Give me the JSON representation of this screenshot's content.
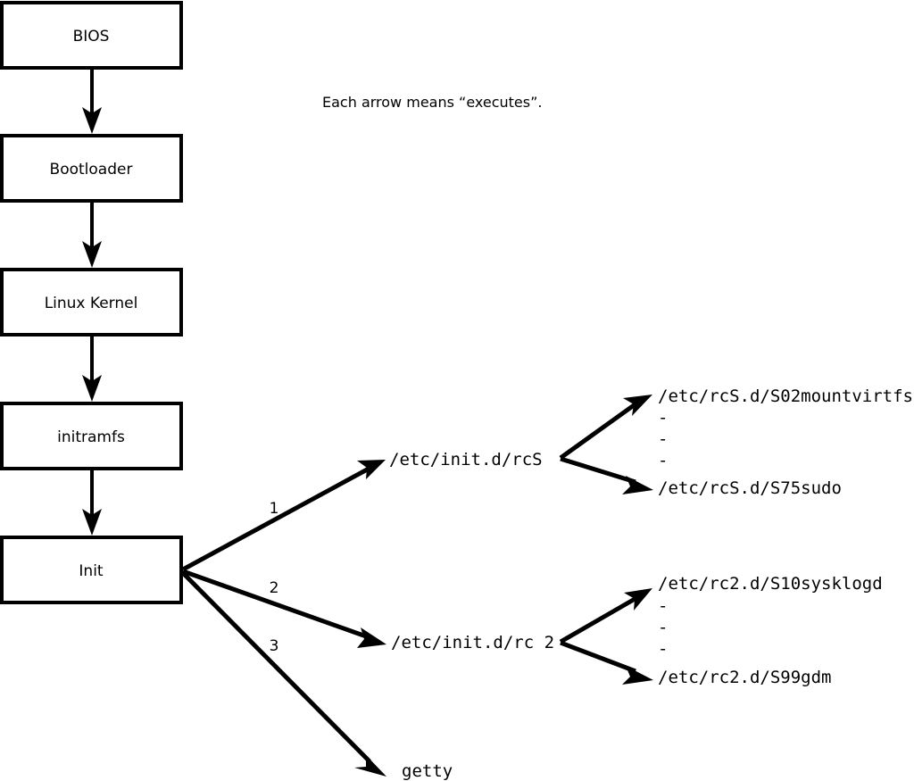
{
  "diagram": {
    "note": "Each arrow means “executes”.",
    "boot_chain": [
      {
        "label": "BIOS"
      },
      {
        "label": "Bootloader"
      },
      {
        "label": "Linux Kernel"
      },
      {
        "label": "initramfs"
      },
      {
        "label": "Init"
      }
    ],
    "init_branches": [
      {
        "number": "1",
        "target": "/etc/init.d/rcS"
      },
      {
        "number": "2",
        "target": "/etc/init.d/rc 2"
      },
      {
        "number": "3",
        "target": "getty"
      }
    ],
    "rcs_scripts": {
      "first": "/etc/rcS.d/S02mountvirtfs",
      "last": "/etc/rcS.d/S75sudo",
      "ellipsis": [
        "-",
        "-",
        "-"
      ]
    },
    "rc2_scripts": {
      "first": "/etc/rc2.d/S10sysklogd",
      "last": "/etc/rc2.d/S99gdm",
      "ellipsis": [
        "-",
        "-",
        "-"
      ]
    },
    "colors": {
      "stroke": "#000000",
      "fill": "#ffffff",
      "text": "#000000"
    }
  }
}
